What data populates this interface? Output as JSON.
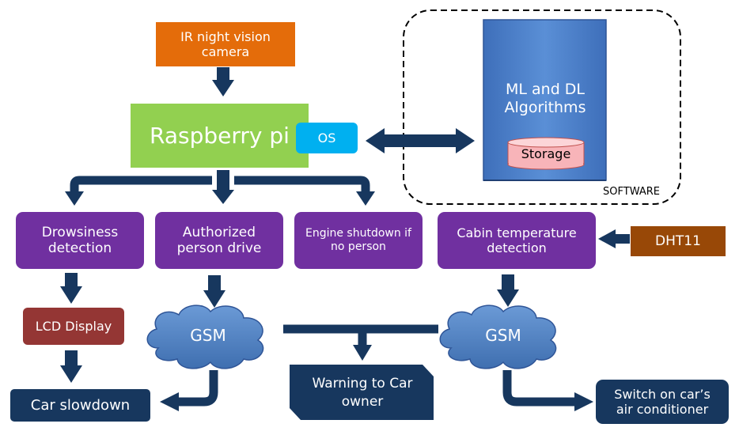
{
  "diagram": {
    "camera": "IR night vision camera",
    "raspberry": "Raspberry pi",
    "os": "OS",
    "algorithms": "ML and DL Algorithms",
    "storage": "Storage",
    "software": "SOFTWARE",
    "drowsiness": "Drowsiness detection",
    "authorized": "Authorized person drive",
    "engine": "Engine shutdown if no person",
    "cabin": "Cabin temperature detection",
    "dht": "DHT11",
    "lcd": "LCD Display",
    "gsm_left": "GSM",
    "gsm_right": "GSM",
    "slowdown": "Car slowdown",
    "warning": "Warning to Car owner",
    "switch_ac": "Switch on car’s air conditioner"
  },
  "colors": {
    "arrow": "#17375e",
    "process": "#7030a0",
    "output": "#17375e",
    "camera": "#e46c0a",
    "board": "#92d050",
    "os": "#00b0f0",
    "software": "#4a7ec8",
    "storage": "#f8b4b9",
    "sensor": "#984807",
    "lcd": "#943634",
    "cloud": "#4f81bd"
  }
}
